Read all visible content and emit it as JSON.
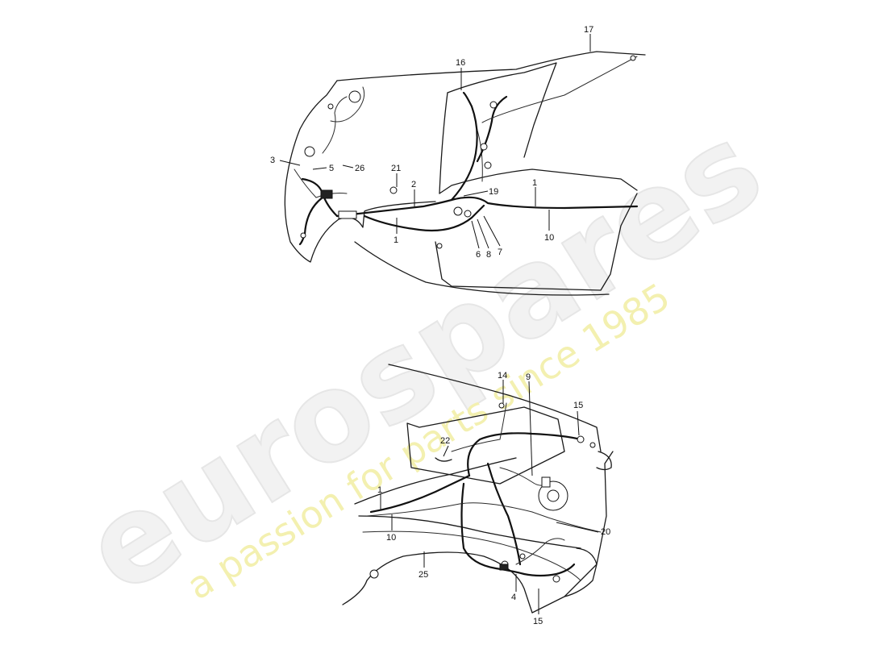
{
  "watermark": {
    "brand": "eurospares",
    "tagline": "a passion for parts since 1985"
  },
  "callouts_upper": {
    "c17": "17",
    "c16": "16",
    "c3": "3",
    "c5": "5",
    "c26": "26",
    "c21": "21",
    "c2": "2",
    "c19": "19",
    "c1a": "1",
    "c1b": "1",
    "c10": "10",
    "c6": "6",
    "c8": "8",
    "c7": "7"
  },
  "callouts_lower": {
    "c14": "14",
    "c9": "9",
    "c15a": "15",
    "c22": "22",
    "c1": "1",
    "c10": "10",
    "c20": "20",
    "c25": "25",
    "c4": "4",
    "c15b": "15"
  }
}
